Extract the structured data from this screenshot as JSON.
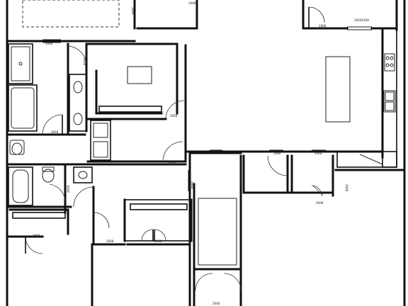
{
  "plan": {
    "door_notes": [
      {
        "id": "note-1",
        "text": "2668"
      },
      {
        "id": "note-2",
        "text": "2668"
      },
      {
        "id": "note-3",
        "text": "2668"
      },
      {
        "id": "note-4",
        "text": "2668"
      },
      {
        "id": "note-5",
        "text": "2668"
      },
      {
        "id": "note-6",
        "text": "2668"
      },
      {
        "id": "note-7",
        "text": "2668"
      },
      {
        "id": "note-8",
        "text": "2668"
      },
      {
        "id": "note-9",
        "text": "2668"
      },
      {
        "id": "note-10",
        "text": "2668"
      },
      {
        "id": "note-11",
        "text": "2668"
      },
      {
        "id": "note-12",
        "text": "2668"
      },
      {
        "id": "note-13",
        "text": "3068"
      },
      {
        "id": "note-14",
        "text": "4068"
      },
      {
        "id": "note-15",
        "text": "2668"
      },
      {
        "id": "note-16",
        "text": "2668"
      },
      {
        "id": "note-17",
        "text": "3068"
      },
      {
        "id": "note-18",
        "text": "2668"
      },
      {
        "id": "note-19",
        "text": "2668"
      }
    ],
    "window_note": "2640X30H"
  }
}
